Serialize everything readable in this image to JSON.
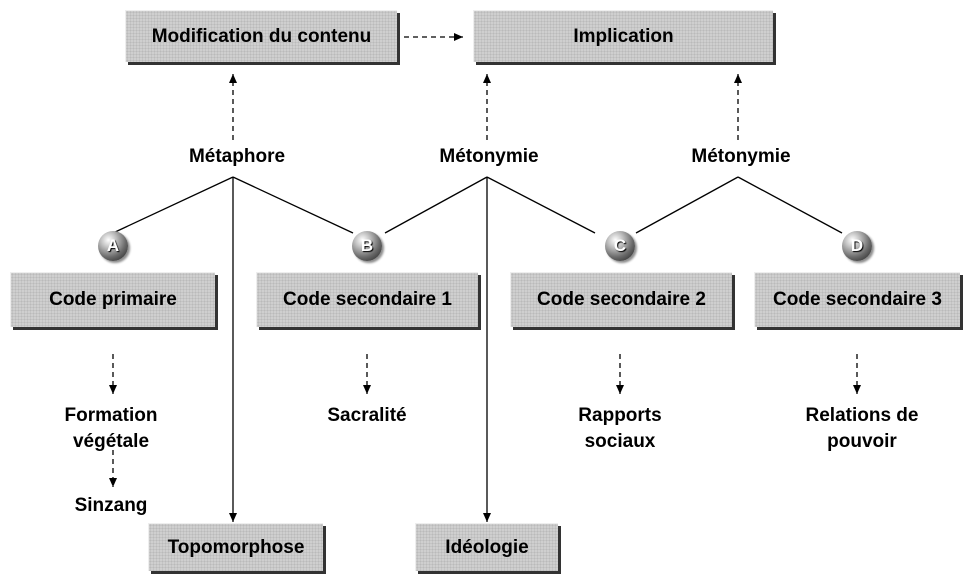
{
  "top": {
    "modification": "Modification du contenu",
    "implication": "Implication"
  },
  "figures": {
    "metaphore": "Métaphore",
    "metonymie_1": "Métonymie",
    "metonymie_2": "Métonymie"
  },
  "badges": {
    "a": "A",
    "b": "B",
    "c": "C",
    "d": "D"
  },
  "codes": {
    "primaire": "Code primaire",
    "secondaire_1": "Code secondaire 1",
    "secondaire_2": "Code secondaire 2",
    "secondaire_3": "Code secondaire 3"
  },
  "outcomes": {
    "formation_line1": "Formation",
    "formation_line2": "végétale",
    "sinzang": "Sinzang",
    "sacralite": "Sacralité",
    "rapports_line1": "Rapports",
    "rapports_line2": "sociaux",
    "relations_line1": "Relations de",
    "relations_line2": "pouvoir"
  },
  "bottom": {
    "topomorphose": "Topomorphose",
    "ideologie": "Idéologie"
  }
}
